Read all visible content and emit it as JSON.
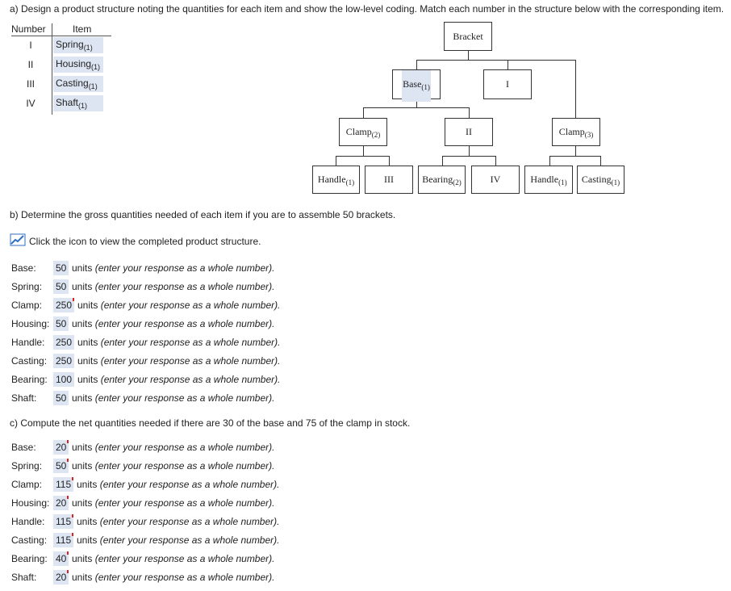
{
  "part_a": {
    "question": "a) Design a product structure noting the quantities for each item and show the low-level coding. Match each number in the structure below with the corresponding item.",
    "table": {
      "header_number": "Number",
      "header_item": "Item",
      "rows": [
        {
          "number": "I",
          "item": "Spring",
          "qty": "(1)"
        },
        {
          "number": "II",
          "item": "Housing",
          "qty": "(1)"
        },
        {
          "number": "III",
          "item": "Casting",
          "qty": "(1)"
        },
        {
          "number": "IV",
          "item": "Shaft",
          "qty": "(1)"
        }
      ]
    },
    "tree": {
      "bracket": {
        "label": "Bracket",
        "qty": ""
      },
      "base": {
        "label": "Base",
        "qty": "(1)"
      },
      "i": {
        "label": "I",
        "qty": ""
      },
      "clamp3": {
        "label": "Clamp",
        "qty": "(3)"
      },
      "clamp2": {
        "label": "Clamp",
        "qty": "(2)"
      },
      "ii": {
        "label": "II",
        "qty": ""
      },
      "handle1a": {
        "label": "Handle",
        "qty": "(1)"
      },
      "iii": {
        "label": "III",
        "qty": ""
      },
      "bearing2": {
        "label": "Bearing",
        "qty": "(2)"
      },
      "iv": {
        "label": "IV",
        "qty": ""
      },
      "handle1b": {
        "label": "Handle",
        "qty": "(1)"
      },
      "casting1": {
        "label": "Casting",
        "qty": "(1)"
      }
    }
  },
  "part_b": {
    "question": "b) Determine the gross quantities needed of each item if you are to assemble 50 brackets.",
    "icon_link": "Click the icon to view the completed product structure.",
    "units_text": "units",
    "hint": "(enter your response as a whole number).",
    "answers": [
      {
        "label": "Base:",
        "value": "50"
      },
      {
        "label": "Spring:",
        "value": "50"
      },
      {
        "label": "Clamp:",
        "value": "250"
      },
      {
        "label": "Housing:",
        "value": "50"
      },
      {
        "label": "Handle:",
        "value": "250"
      },
      {
        "label": "Casting:",
        "value": "250"
      },
      {
        "label": "Bearing:",
        "value": "100"
      },
      {
        "label": "Shaft:",
        "value": "50"
      }
    ]
  },
  "part_c": {
    "question": "c) Compute the net quantities needed if there are 30 of the base and 75 of the clamp in stock.",
    "units_text": "units",
    "hint": "(enter your response as a whole number).",
    "answers": [
      {
        "label": "Base:",
        "value": "20"
      },
      {
        "label": "Spring:",
        "value": "50"
      },
      {
        "label": "Clamp:",
        "value": "115"
      },
      {
        "label": "Housing:",
        "value": "20"
      },
      {
        "label": "Handle:",
        "value": "115"
      },
      {
        "label": "Casting:",
        "value": "115"
      },
      {
        "label": "Bearing:",
        "value": "40"
      },
      {
        "label": "Shaft:",
        "value": "20"
      }
    ]
  },
  "colors": {
    "field_bg": "#dde5f2",
    "incorrect_mark": "#d22222",
    "icon_blue": "#2f6fc4"
  }
}
